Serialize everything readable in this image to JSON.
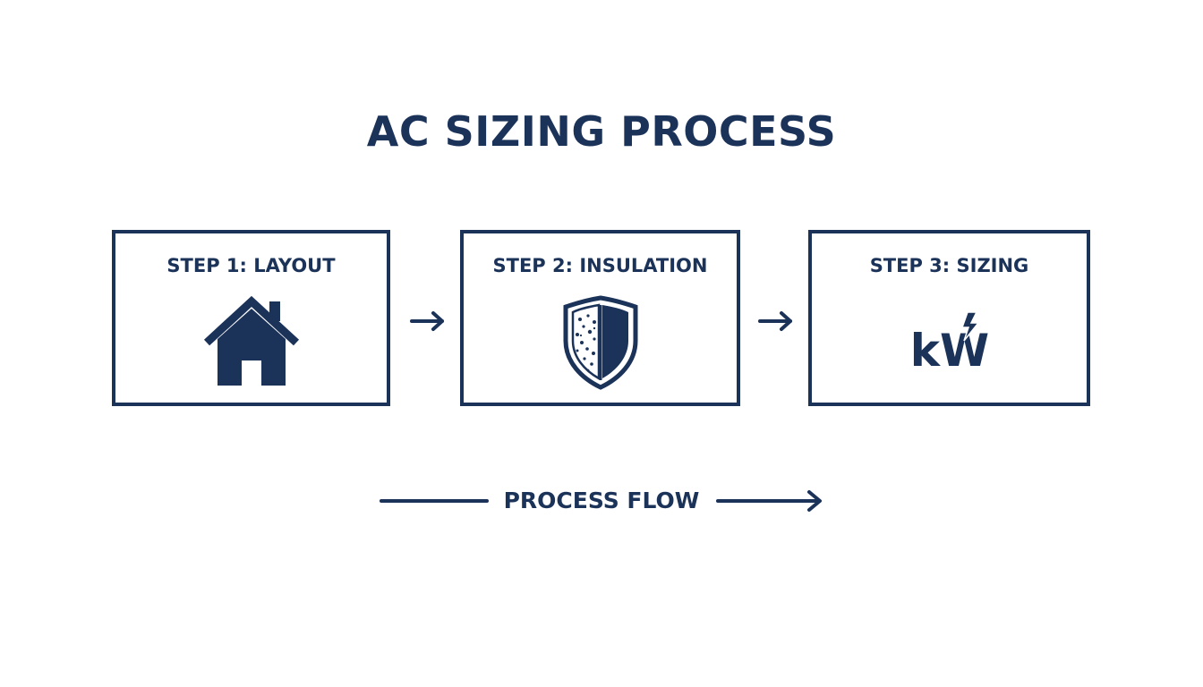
{
  "title": "AC SIZING PROCESS",
  "steps": [
    {
      "label": "STEP 1: LAYOUT",
      "icon": "house-icon"
    },
    {
      "label": "STEP 2: INSULATION",
      "icon": "insulation-shield-icon"
    },
    {
      "label": "STEP 3: SIZING",
      "icon": "kw-power-icon",
      "icon_text": "kW"
    }
  ],
  "flow_label": "PROCESS FLOW",
  "colors": {
    "primary": "#1b3259",
    "background": "#ffffff"
  }
}
